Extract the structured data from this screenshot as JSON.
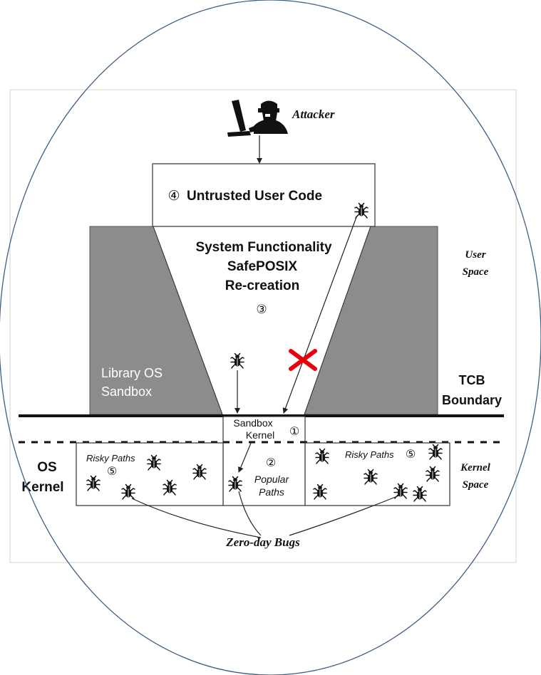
{
  "diagram": {
    "attacker_label": "Attacker",
    "untrusted_code": {
      "marker": "④",
      "label": "Untrusted User Code"
    },
    "system_functionality": {
      "lines": [
        "System Functionality",
        "SafePOSIX",
        "Re-creation"
      ],
      "marker": "③"
    },
    "library_os": {
      "line1": "Library OS",
      "line2": "Sandbox"
    },
    "user_space": {
      "line1": "User",
      "line2": "Space"
    },
    "tcb_boundary": {
      "line1": "TCB",
      "line2": "Boundary"
    },
    "sandbox_kernel": {
      "line1": "Sandbox",
      "line2": "Kernel",
      "marker": "①"
    },
    "popular_paths": {
      "marker": "②",
      "line1": "Popular",
      "line2": "Paths"
    },
    "risky_paths_left": {
      "label": "Risky Paths",
      "marker": "⑤"
    },
    "risky_paths_right": {
      "label": "Risky Paths",
      "marker": "⑤"
    },
    "os_kernel": {
      "line1": "OS",
      "line2": "Kernel"
    },
    "kernel_space": {
      "line1": "Kernel",
      "line2": "Space"
    },
    "zero_day_bugs": "Zero-day Bugs",
    "blocked_icon": "x-cross-icon",
    "bug_icon": "bug-icon",
    "attacker_icon": "hacker-at-computer-icon",
    "colors": {
      "sandbox_fill": "#8c8c8c",
      "blocked_cross": "#e8000c",
      "ellipse_stroke": "#3d5f87"
    }
  }
}
